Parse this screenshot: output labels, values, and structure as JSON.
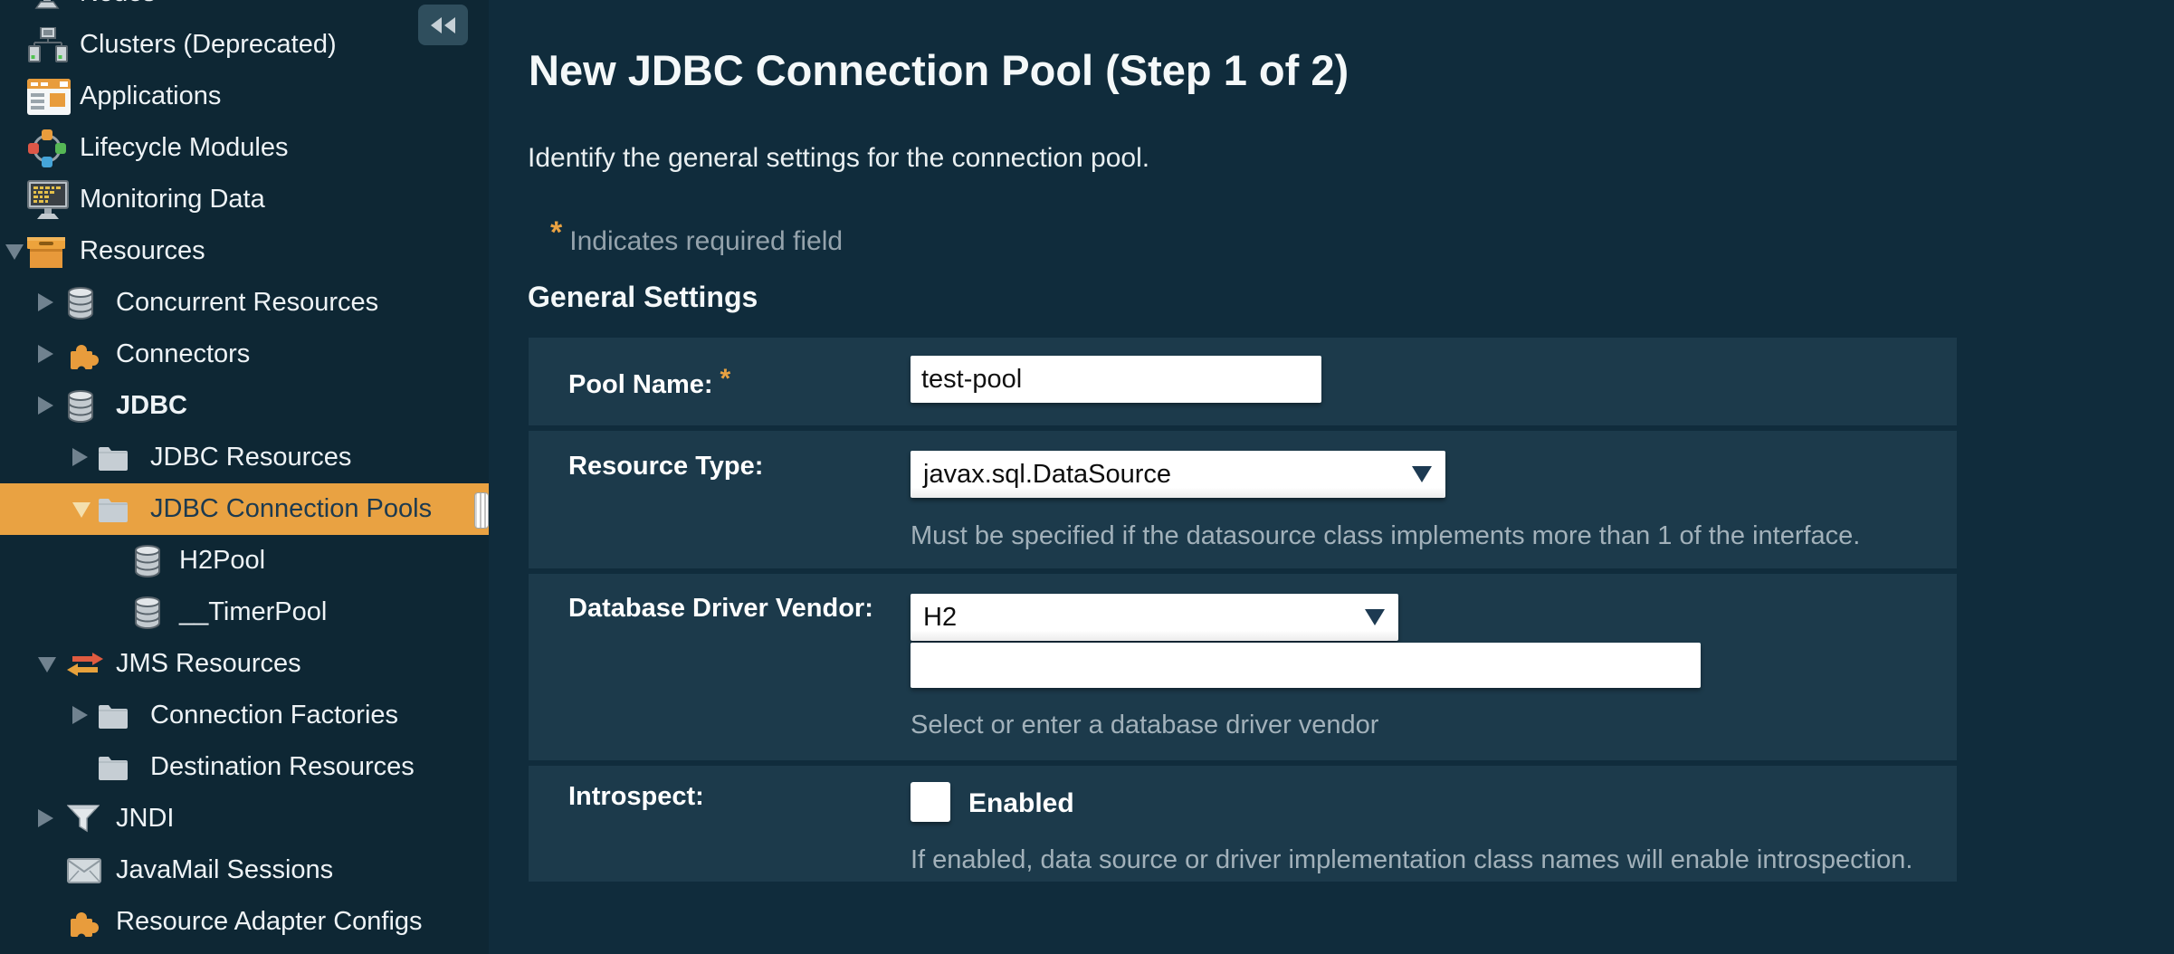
{
  "colors": {
    "accent_orange": "#e9a242",
    "selection_bg": "#e9a242",
    "sidebar_bg": "#0e2734",
    "content_bg": "#102c3c",
    "panel_bg": "#1c3a4b"
  },
  "sidebar": {
    "items": [
      {
        "label": "Nodes",
        "icon": "node",
        "level": 0
      },
      {
        "label": "Clusters (Deprecated)",
        "icon": "cluster-nodes",
        "level": 0
      },
      {
        "label": "Applications",
        "icon": "window",
        "level": 0
      },
      {
        "label": "Lifecycle Modules",
        "icon": "lifecycle-ring",
        "level": 0
      },
      {
        "label": "Monitoring Data",
        "icon": "monitor",
        "level": 0
      },
      {
        "label": "Resources",
        "icon": "storage-box",
        "level": 0,
        "expander": "expanded"
      },
      {
        "label": "Concurrent Resources",
        "icon": "database",
        "level": 1,
        "expander": "collapsed"
      },
      {
        "label": "Connectors",
        "icon": "puzzle-piece",
        "level": 1,
        "expander": "collapsed"
      },
      {
        "label": "JDBC",
        "icon": "database",
        "level": 1,
        "expander": "collapsed",
        "bold": true
      },
      {
        "label": "JDBC Resources",
        "icon": "folder",
        "level": 2,
        "expander": "collapsed"
      },
      {
        "label": "JDBC Connection Pools",
        "icon": "folder",
        "level": 2,
        "expander": "expanded",
        "selected": true
      },
      {
        "label": "H2Pool",
        "icon": "database",
        "level": 3
      },
      {
        "label": "__TimerPool",
        "icon": "database",
        "level": 3
      },
      {
        "label": "JMS Resources",
        "icon": "swap-arrows",
        "level": 1,
        "expander": "expanded"
      },
      {
        "label": "Connection Factories",
        "icon": "folder",
        "level": 2,
        "expander": "collapsed"
      },
      {
        "label": "Destination Resources",
        "icon": "folder",
        "level": 2
      },
      {
        "label": "JNDI",
        "icon": "filter-funnel",
        "level": 1,
        "expander": "collapsed"
      },
      {
        "label": "JavaMail Sessions",
        "icon": "envelope",
        "level": 1
      },
      {
        "label": "Resource Adapter Configs",
        "icon": "puzzle-piece",
        "level": 1
      }
    ]
  },
  "main": {
    "title": "New JDBC Connection Pool (Step 1 of 2)",
    "subtitle": "Identify the general settings for the connection pool.",
    "required_note": {
      "mark": "*",
      "text": "Indicates required field"
    },
    "section_heading": "General Settings",
    "form": {
      "pool_name": {
        "label": "Pool Name:",
        "required_mark": "*",
        "value": "test-pool"
      },
      "resource_type": {
        "label": "Resource Type:",
        "value": "javax.sql.DataSource",
        "help": "Must be specified if the datasource class implements more than 1 of the interface."
      },
      "driver_vendor": {
        "label": "Database Driver Vendor:",
        "select_value": "H2",
        "input_value": "",
        "help": "Select or enter a database driver vendor"
      },
      "introspect": {
        "label": "Introspect:",
        "checkbox_label": "Enabled",
        "checked": false,
        "help": "If enabled, data source or driver implementation class names will enable introspection."
      }
    }
  }
}
